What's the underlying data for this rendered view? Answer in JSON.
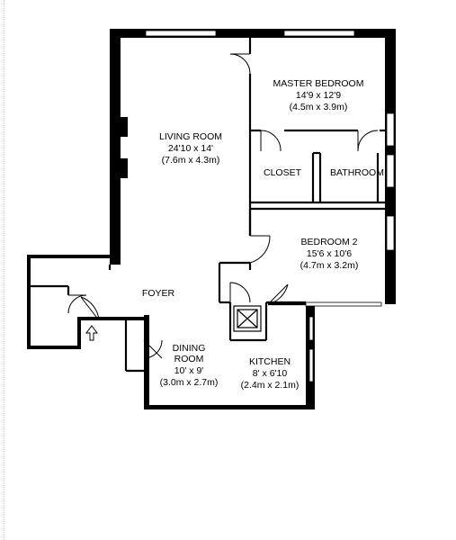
{
  "rooms": {
    "living": {
      "name": "LIVING ROOM",
      "dim_ft": "24'10 x 14'",
      "dim_m": "(7.6m x 4.3m)"
    },
    "master": {
      "name": "MASTER BEDROOM",
      "dim_ft": "14'9 x 12'9",
      "dim_m": "(4.5m x 3.9m)"
    },
    "closet": {
      "name": "CLOSET"
    },
    "bathroom": {
      "name": "BATHROOM"
    },
    "bedroom2": {
      "name": "BEDROOM 2",
      "dim_ft": "15'6 x 10'6",
      "dim_m": "(4.7m x 3.2m)"
    },
    "foyer": {
      "name": "FOYER"
    },
    "dining": {
      "name": "DINING",
      "name2": "ROOM",
      "dim_ft": "10' x 9'",
      "dim_m": "(3.0m x 2.7m)"
    },
    "kitchen": {
      "name": "KITCHEN",
      "dim_ft": "8' x 6'10",
      "dim_m": "(2.4m x 2.1m)"
    }
  },
  "colors": {
    "wall": "#000000",
    "background": "#ffffff",
    "window": "#ffffff"
  },
  "icons": {
    "entry": "entry-arrow-icon"
  }
}
